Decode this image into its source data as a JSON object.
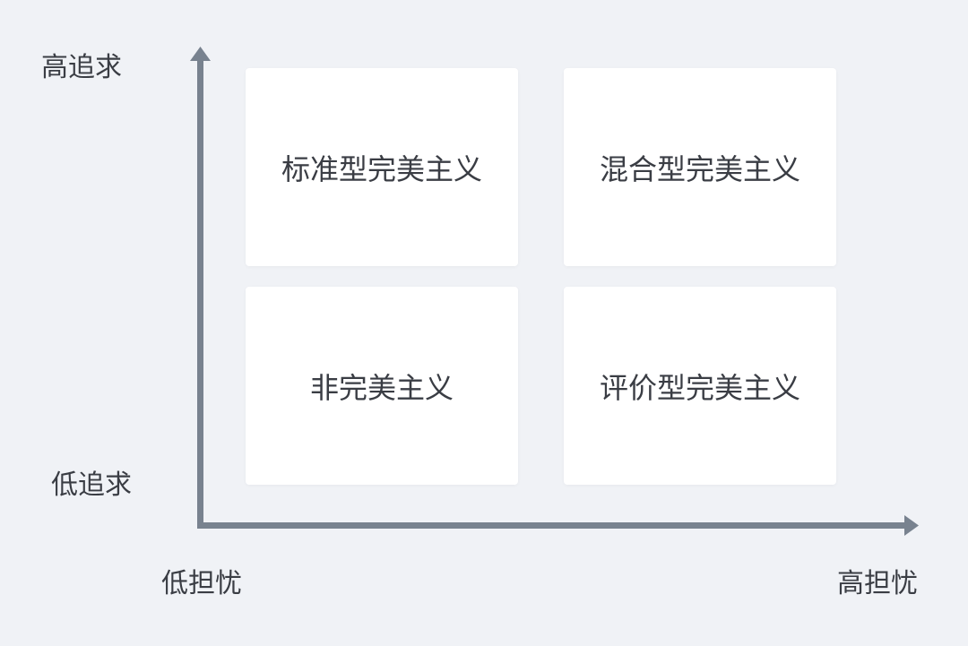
{
  "axes": {
    "y_high": "高追求",
    "y_low": "低追求",
    "x_low": "低担忧",
    "x_high": "高担忧",
    "color": "#78828f"
  },
  "quadrants": {
    "top_left": "标准型完美主义",
    "top_right": "混合型完美主义",
    "bottom_left": "非完美主义",
    "bottom_right": "评价型完美主义"
  }
}
